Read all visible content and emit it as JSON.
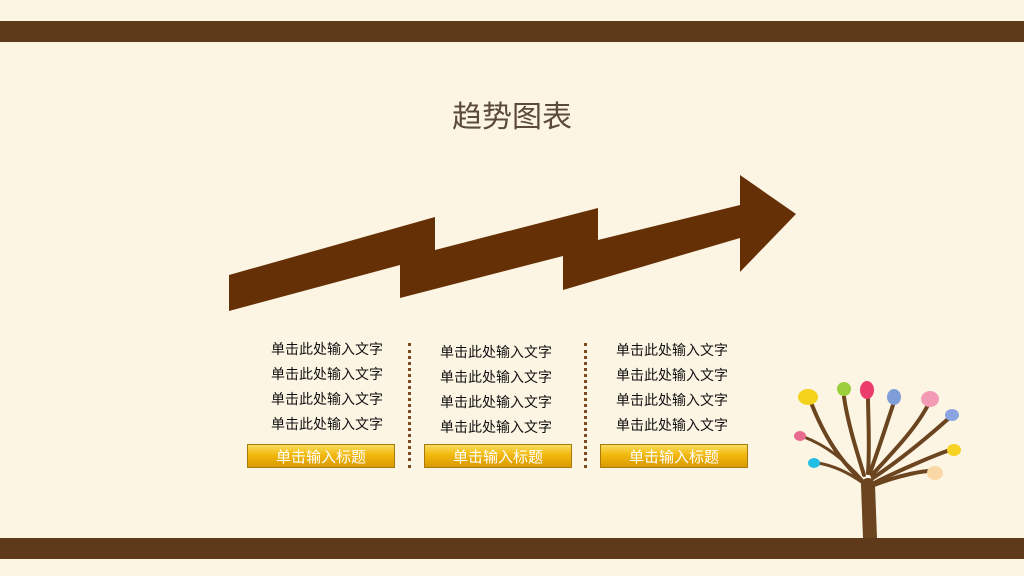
{
  "title": "趋势图表",
  "columns": [
    {
      "lines": [
        "单击此处输入文字",
        "单击此处输入文字",
        "单击此处输入文字",
        "单击此处输入文字"
      ],
      "button": "单击输入标题"
    },
    {
      "lines": [
        "单击此处输入文字",
        "单击此处输入文字",
        "单击此处输入文字",
        "单击此处输入文字"
      ],
      "button": "单击输入标题"
    },
    {
      "lines": [
        "单击此处输入文字",
        "单击此处输入文字",
        "单击此处输入文字",
        "单击此处输入文字"
      ],
      "button": "单击输入标题"
    }
  ],
  "colors": {
    "bar": "#5e3a1b",
    "arrow": "#653005",
    "background": "#fdf5e4",
    "button": "#f1b80e"
  }
}
